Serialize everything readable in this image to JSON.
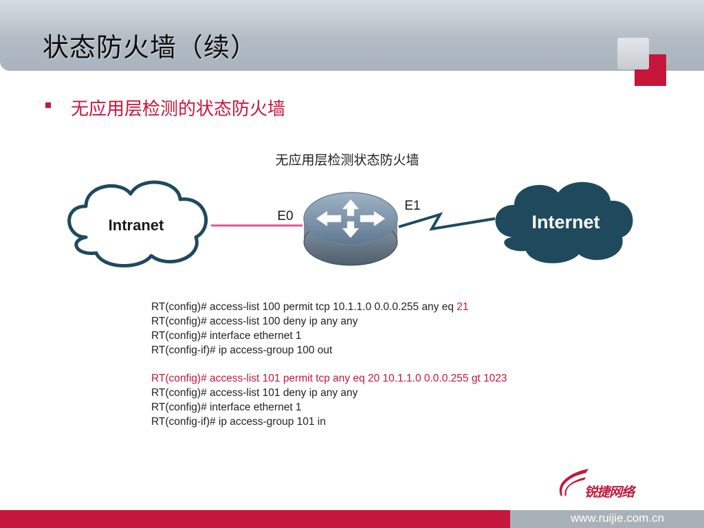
{
  "slide": {
    "title": "状态防火墙（续）",
    "bullet": "无应用层检测的状态防火墙"
  },
  "diagram": {
    "caption": "无应用层检测状态防火墙",
    "intranet_label": "Intranet",
    "internet_label": "Internet",
    "port_e0": "E0",
    "port_e1": "E1"
  },
  "code": {
    "block1": [
      {
        "text": "RT(config)# access-list 100 permit tcp 10.1.1.0 0.0.0.255 any eq ",
        "highlight": "21"
      },
      {
        "text": "RT(config)# access-list 100 deny ip any any",
        "highlight": ""
      },
      {
        "text": "RT(config)# interface ethernet 1",
        "highlight": ""
      },
      {
        "text": "RT(config-if)# ip access-group 100 out",
        "highlight": ""
      }
    ],
    "block2_highlight_line": "RT(config)# access-list 101 permit tcp any eq 20 10.1.1.0 0.0.0.255 gt 1023",
    "block2": [
      "RT(config)# access-list 101 deny ip any any",
      "RT(config)# interface ethernet 1",
      "RT(config-if)# ip access-group 101 in"
    ]
  },
  "footer": {
    "url": "www.ruijie.com.cn",
    "logo_text": "锐捷网络"
  },
  "colors": {
    "accent": "#c7163b",
    "header_gray": "#b3bcc5",
    "internet_cloud": "#1f4a5e",
    "intranet_link": "#e0559a"
  }
}
